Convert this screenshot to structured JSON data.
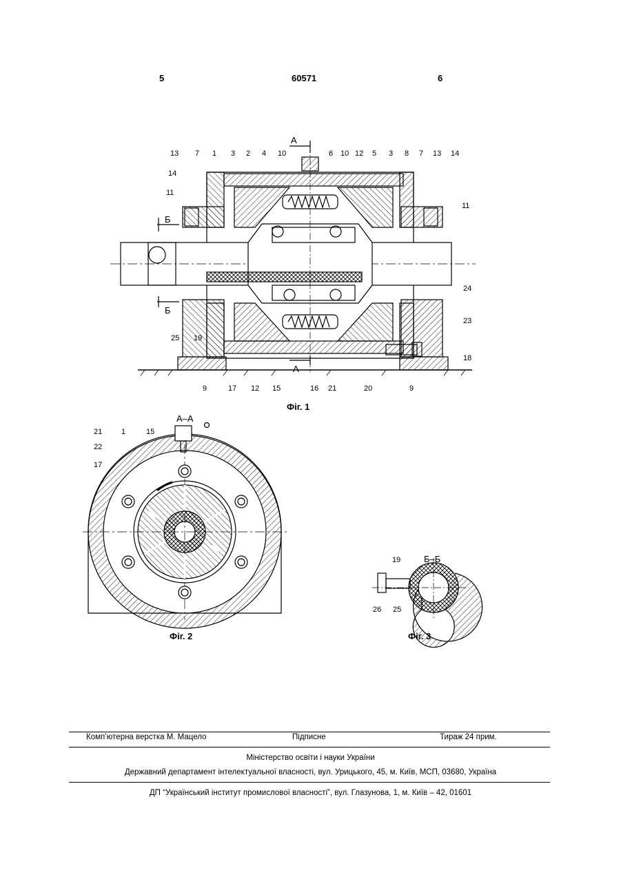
{
  "header": {
    "page_left": "5",
    "patent_number": "60571",
    "page_right": "6"
  },
  "figures": {
    "fig1": {
      "caption": "Фіг. 1",
      "section_a": "А",
      "section_b": "Б",
      "labels_top": [
        "13",
        "7",
        "1",
        "3",
        "2",
        "4",
        "10",
        "6",
        "10",
        "12",
        "5",
        "3",
        "8",
        "7",
        "13",
        "14"
      ],
      "labels_side": [
        "14",
        "11",
        "11",
        "24",
        "23",
        "18"
      ],
      "labels_bottom": [
        "25",
        "19",
        "9",
        "17",
        "12",
        "15",
        "16",
        "21",
        "20",
        "9"
      ]
    },
    "fig2": {
      "caption": "Фіг. 2",
      "section_label": "А–А",
      "labels": [
        "21",
        "1",
        "15",
        "22",
        "17"
      ]
    },
    "fig3": {
      "caption": "Фіг. 3",
      "section_label": "Б–Б",
      "labels": [
        "19",
        "26",
        "25"
      ]
    }
  },
  "footer": {
    "layout": "Комп’ютерна верстка М. Мацело",
    "signed": "Підписне",
    "circulation": "Тираж 24 прим.",
    "ministry": "Міністерство освіти і науки України",
    "department": "Державний департамент інтелектуальної власності, вул. Урицького, 45, м. Київ, МСП, 03680, Україна",
    "institute": "ДП “Український інститут промислової власності”, вул. Глазунова, 1, м. Київ – 42, 01601"
  }
}
